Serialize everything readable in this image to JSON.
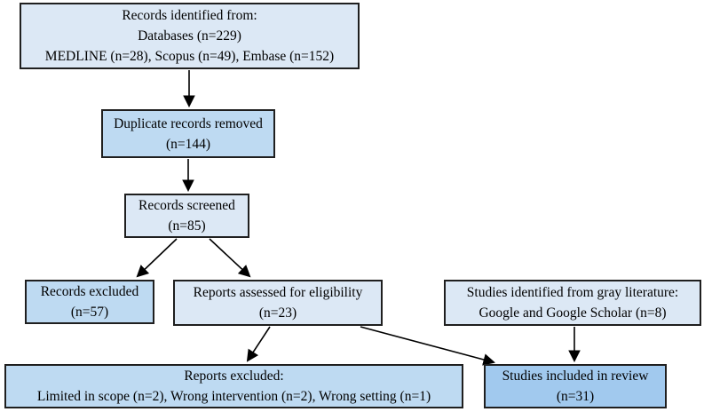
{
  "colors": {
    "box_light": "#dce8f5",
    "box_medium": "#bedaf2",
    "box_dark": "#a1c9ee",
    "border": "#1f1f1f",
    "line": "#000000",
    "text": "#000000",
    "bg": "#ffffff"
  },
  "boxes": [
    {
      "id": "records-identified",
      "tone": "light",
      "lines": [
        "Records identified from:",
        "Databases (n=229)",
        "MEDLINE (n=28), Scopus (n=49), Embase (n=152)"
      ]
    },
    {
      "id": "duplicates-removed",
      "tone": "medium",
      "lines": [
        "Duplicate records removed",
        "(n=144)"
      ]
    },
    {
      "id": "records-screened",
      "tone": "light",
      "lines": [
        "Records screened",
        "(n=85)"
      ]
    },
    {
      "id": "records-excluded",
      "tone": "medium",
      "lines": [
        "Records excluded",
        "(n=57)"
      ]
    },
    {
      "id": "reports-assessed",
      "tone": "light",
      "lines": [
        "Reports assessed for eligibility",
        "(n=23)"
      ]
    },
    {
      "id": "gray-literature",
      "tone": "light",
      "lines": [
        "Studies identified from gray literature:",
        "Google and Google Scholar (n=8)"
      ]
    },
    {
      "id": "reports-excluded",
      "tone": "medium",
      "lines": [
        "Reports excluded:",
        "Limited in scope (n=2), Wrong intervention (n=2), Wrong setting (n=1)"
      ]
    },
    {
      "id": "studies-included",
      "tone": "dark",
      "lines": [
        "Studies included in review",
        "(n=31)"
      ]
    }
  ]
}
